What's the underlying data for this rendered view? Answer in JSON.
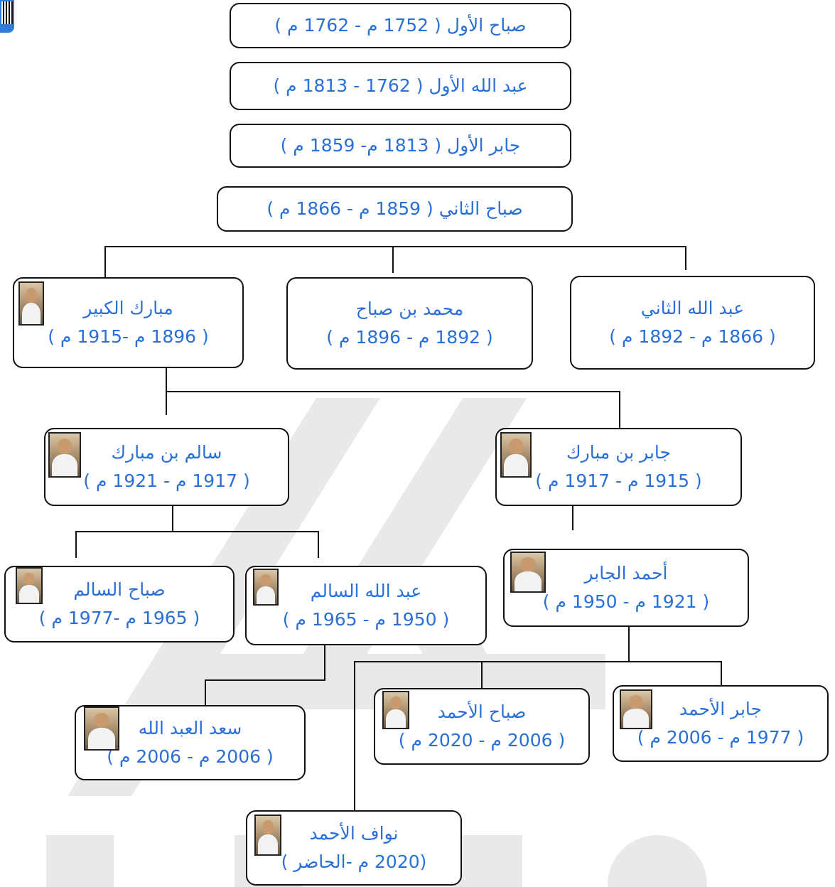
{
  "nodes": {
    "sabah1": {
      "name": "صباح الأول ( 1752 م - 1762 م )"
    },
    "abdullah1": {
      "name": "عبد الله الأول ( 1762 - 1813 م )"
    },
    "jaber1": {
      "name": "جابر الأول ( 1813 م- 1859 م )"
    },
    "sabah2": {
      "name": "صباح الثاني ( 1859 م - 1866 م )"
    },
    "abdullah2": {
      "name": "عبد الله الثاني",
      "dates": "( 1866 م - 1892 م )"
    },
    "mohammad": {
      "name": "محمد بن صباح",
      "dates": "( 1892 م - 1896 م )"
    },
    "mubarak": {
      "name": "مبارك الكبير",
      "dates": "( 1896 م -1915 م )"
    },
    "jaber2": {
      "name": "جابر بن مبارك",
      "dates": "( 1915 م - 1917 م )"
    },
    "salem": {
      "name": "سالم بن مبارك",
      "dates": "( 1917 م - 1921 م )"
    },
    "ahmad": {
      "name": "أحمد الجابر",
      "dates": "( 1921 م - 1950 م )"
    },
    "abdullah_salem": {
      "name": "عبد الله السالم",
      "dates": "( 1950 م - 1965 م )"
    },
    "sabah_salem": {
      "name": "صباح السالم",
      "dates": "( 1965 م -1977 م )"
    },
    "jaber_ahmad": {
      "name": "جابر الأحمد",
      "dates": "( 1977 م - 2006 م )"
    },
    "sabah_ahmad": {
      "name": "صباح الأحمد",
      "dates": "( 2006 م - 2020 م )"
    },
    "saad": {
      "name": "سعد العبد الله",
      "dates": "( 2006 م - 2006 م )"
    },
    "nawaf": {
      "name": "نواف الأحمد",
      "dates": "(2020 م -الحاضر )"
    }
  },
  "colors": {
    "text": "#2a6fd8",
    "border": "#111111",
    "watermark": "#e9e9e9"
  },
  "icons": {
    "corner": "qr-code-icon",
    "portrait": "portrait-photo-icon"
  }
}
